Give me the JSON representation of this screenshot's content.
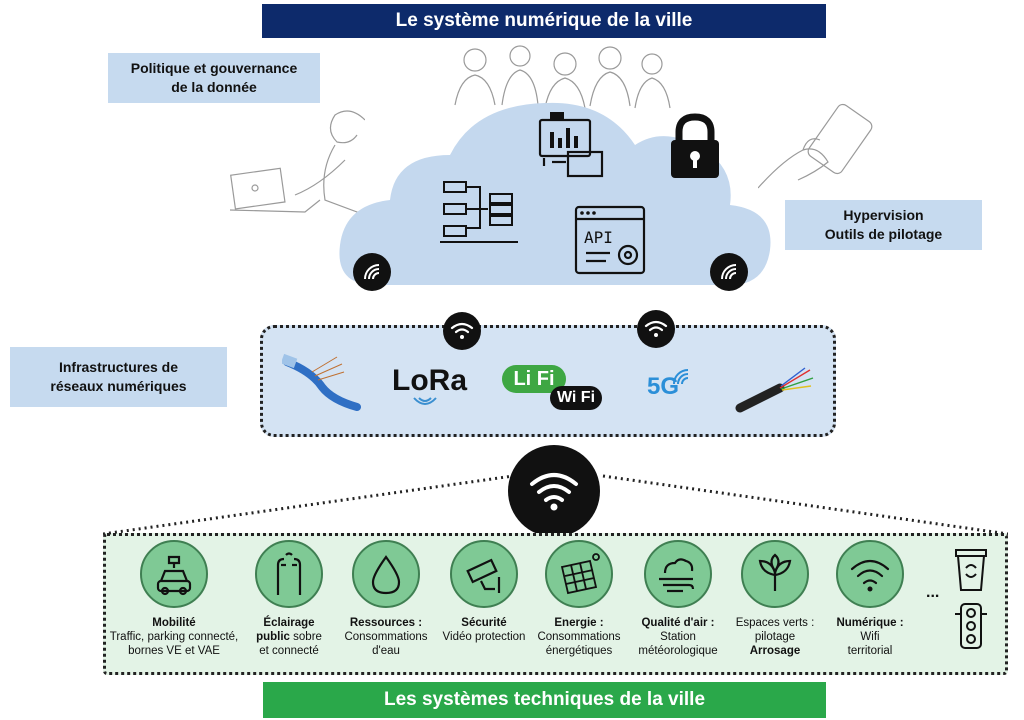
{
  "titles": {
    "top": "Le système numérique de la ville",
    "bottom": "Les systèmes techniques de la ville"
  },
  "labels": {
    "governance_l1": "Politique et gouvernance",
    "governance_l2": "de la donnée",
    "hypervision_l1": "Hypervision",
    "hypervision_l2": "Outils de pilotage",
    "infra_l1": "Infrastructures de",
    "infra_l2": "réseaux numériques"
  },
  "network_badges": {
    "lora": "LoRa",
    "lifi": "Li Fi",
    "wifi": "Wi Fi",
    "fiveg": "5G"
  },
  "cloud_icons": {
    "api": "API"
  },
  "systems": [
    {
      "title": "Mobilité",
      "line1": "Traffic, parking connecté,",
      "line2": "bornes VE et VAE",
      "icon": "car-charging-icon"
    },
    {
      "title": "Éclairage",
      "title2": "public",
      "title2_rest": " sobre",
      "line2": "et connecté",
      "icon": "street-light-icon"
    },
    {
      "title": "Ressources :",
      "line1": "Consommations",
      "line2": "d'eau",
      "icon": "water-drop-icon"
    },
    {
      "title": "Sécurité",
      "line1": "Vidéo protection",
      "icon": "camera-icon"
    },
    {
      "title": "Energie :",
      "line1": "Consommations",
      "line2": "énergétiques",
      "icon": "solar-panel-icon"
    },
    {
      "title": "Qualité d'air :",
      "line1": "Station",
      "line2": "météorologique",
      "icon": "cloud-wind-icon"
    },
    {
      "title_plain": "Espaces verts :",
      "line1": "pilotage",
      "line2_bold": "Arrosage",
      "icon": "leaf-icon"
    },
    {
      "title": "Numérique :",
      "line1": "Wifi",
      "line2": "territorial",
      "icon": "wifi-icon"
    }
  ],
  "ellipsis": "..."
}
